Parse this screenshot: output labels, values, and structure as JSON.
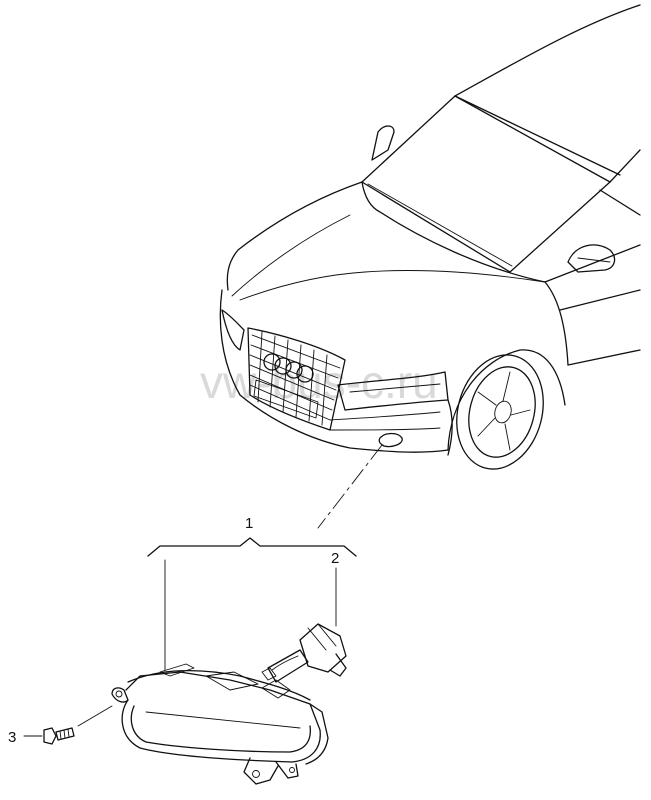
{
  "watermark": "vw-bus-c.ru",
  "callouts": {
    "fog_light_assembly": "1",
    "bulb": "2",
    "screw": "3"
  }
}
